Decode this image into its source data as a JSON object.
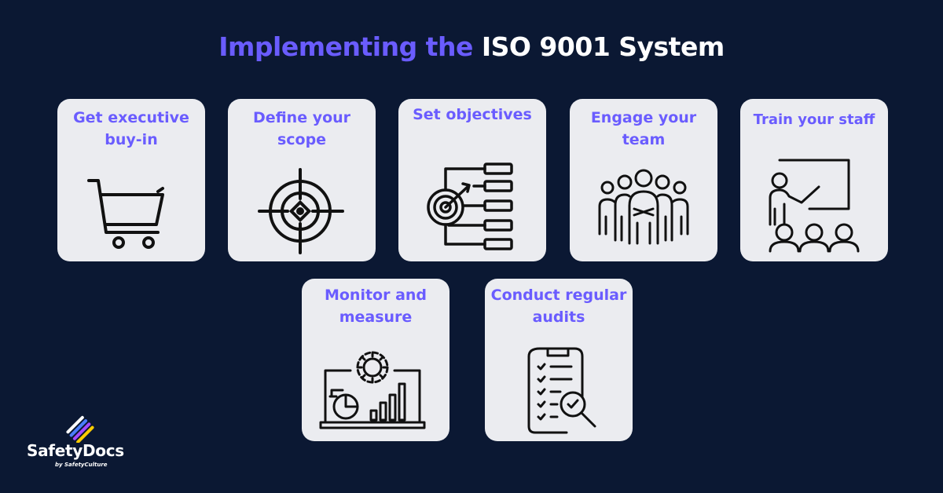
{
  "header": {
    "title_part1": "Implementing the",
    "title_part2": "ISO 9001 System"
  },
  "cards": [
    {
      "label": "Get executive buy-in",
      "icon": "shopping-cart-icon"
    },
    {
      "label": "Define your scope",
      "icon": "target-crosshair-icon"
    },
    {
      "label": "Set objectives",
      "icon": "target-objectives-chart-icon"
    },
    {
      "label": "Engage your team",
      "icon": "team-group-icon"
    },
    {
      "label": "Train your staff",
      "icon": "presenter-board-icon"
    },
    {
      "label": "Monitor and measure",
      "icon": "monitor-analytics-icon"
    },
    {
      "label": "Conduct regular audits",
      "icon": "audit-clipboard-icon"
    }
  ],
  "logo": {
    "brand": "SafetyDocs",
    "byline": "by SafetyCulture"
  },
  "colors": {
    "background": "#0b1833",
    "accent": "#6a5cff",
    "card": "#ebecf0"
  }
}
